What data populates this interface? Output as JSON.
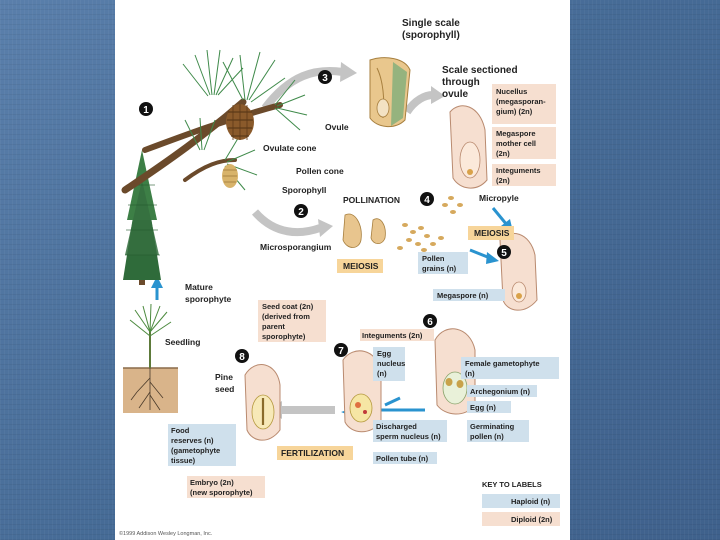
{
  "labels": {
    "single_scale": [
      "Single scale",
      "(sporophyll)"
    ],
    "scale_sectioned": [
      "Scale sectioned",
      "through",
      "ovule"
    ],
    "nucellus": [
      "Nucellus",
      "(megasporan-",
      "gium) (2n)"
    ],
    "megaspore_mother": [
      "Megaspore",
      "mother cell",
      "(2n)"
    ],
    "integuments_top": [
      "Integuments",
      "(2n)"
    ],
    "ovule": "Ovule",
    "ovulate_cone": "Ovulate cone",
    "pollen_cone": "Pollen cone",
    "sporophyll": "Sporophyll",
    "pollination": "POLLINATION",
    "micropyle": "Micropyle",
    "meiosis_right": "MEIOSIS",
    "microsporangium": "Microsporangium",
    "meiosis_left": "MEIOSIS",
    "pollen_grains": [
      "Pollen",
      "grains (n)"
    ],
    "megaspore": "Megaspore (n)",
    "mature_sporophyte": [
      "Mature",
      "sporophyte"
    ],
    "seed_coat": [
      "Seed coat (2n)",
      "(derived from",
      "parent",
      "sporophyte)"
    ],
    "seedling": "Seedling",
    "integuments_mid": "Integuments (2n)",
    "egg_nucleus": [
      "Egg",
      "nucleus",
      "(n)"
    ],
    "female_gametophyte": [
      "Female gametophyte",
      "(n)"
    ],
    "pine_seed": [
      "Pine",
      "seed"
    ],
    "archegonium": "Archegonium (n)",
    "egg": "Egg (n)",
    "germinating_pollen": [
      "Germinating",
      "pollen (n)"
    ],
    "food_reserves": [
      "Food",
      "reserves (n)",
      "(gametophyte",
      "tissue)"
    ],
    "discharged_sperm": [
      "Discharged",
      "sperm nucleus (n)"
    ],
    "fertilization": "FERTILIZATION",
    "pollen_tube": "Pollen tube (n)",
    "embryo": [
      "Embryo (2n)",
      "(new sporophyte)"
    ],
    "key_title": "KEY TO LABELS",
    "haploid": "Haploid (n)",
    "diploid": "Diploid (2n)",
    "copyright": "©1999 Addison Wesley Longman, Inc."
  },
  "steps": [
    "1",
    "2",
    "3",
    "4",
    "5",
    "6",
    "7",
    "8"
  ],
  "colors": {
    "haploid": "#cfe0ec",
    "diploid": "#f6dfd0",
    "meiosis_box": "#f7d59a",
    "arrow_blue": "#2a93cf",
    "arrow_grey": "#c4c4c4"
  }
}
